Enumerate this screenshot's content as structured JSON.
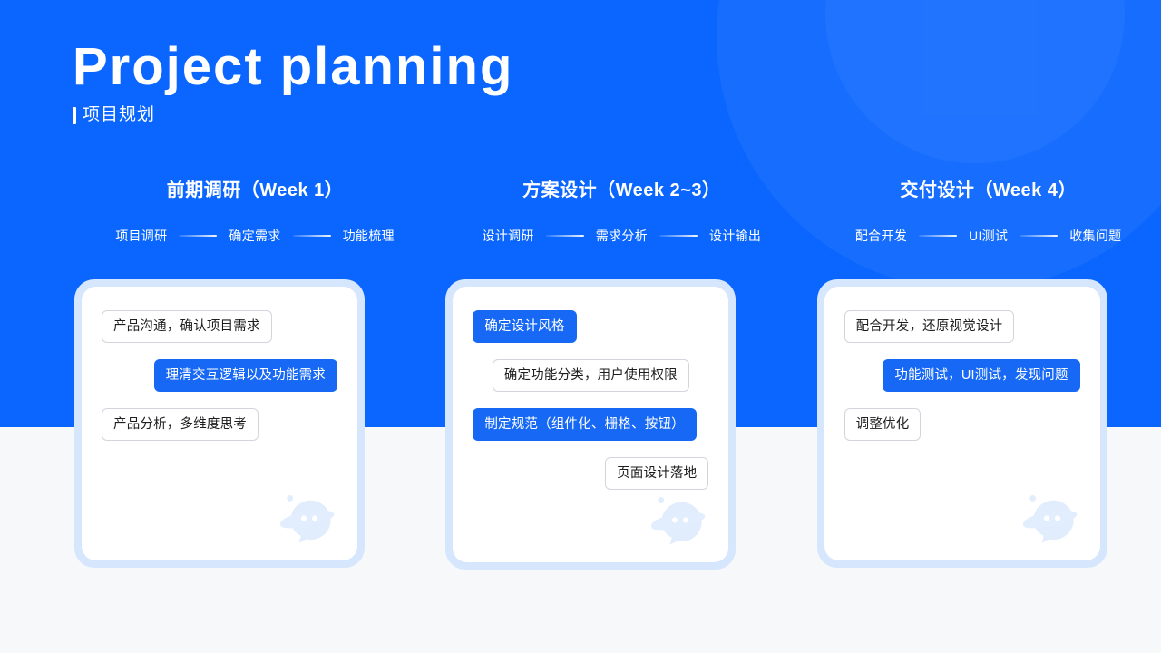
{
  "theme": {
    "header_blue": "#0a66fe",
    "pill_blue": "#1668f5",
    "page_background": "#f7f8fa",
    "card_frame_blue": "#d5e6fd"
  },
  "header": {
    "title": "Project planning",
    "subtitle": "项目规划"
  },
  "columns": [
    {
      "heading": "前期调研（Week 1）",
      "steps": [
        "项目调研",
        "确定需求",
        "功能梳理"
      ],
      "items": [
        {
          "text": "产品沟通，确认项目需求",
          "style": "white",
          "align": "left"
        },
        {
          "text": "理清交互逻辑以及功能需求",
          "style": "blue",
          "align": "right"
        },
        {
          "text": "产品分析，多维度思考",
          "style": "white",
          "align": "left"
        }
      ]
    },
    {
      "heading": "方案设计（Week 2~3）",
      "steps": [
        "设计调研",
        "需求分析",
        "设计输出"
      ],
      "items": [
        {
          "text": "确定设计风格",
          "style": "blue",
          "align": "left"
        },
        {
          "text": "确定功能分类，用户使用权限",
          "style": "white",
          "align": "center"
        },
        {
          "text": "制定规范（组件化、栅格、按钮）",
          "style": "blue",
          "align": "left"
        },
        {
          "text": "页面设计落地",
          "style": "white",
          "align": "right"
        }
      ]
    },
    {
      "heading": "交付设计（Week 4）",
      "steps": [
        "配合开发",
        "UI测试",
        "收集问题"
      ],
      "items": [
        {
          "text": "配合开发，还原视觉设计",
          "style": "white",
          "align": "left"
        },
        {
          "text": "功能测试，UI测试，发现问题",
          "style": "blue",
          "align": "right"
        },
        {
          "text": "调整优化",
          "style": "white",
          "align": "left"
        }
      ]
    }
  ],
  "decorations": {
    "watermark_icon": "planet-mascot-icon",
    "background_circle_icon": "background-circle-decoration"
  }
}
